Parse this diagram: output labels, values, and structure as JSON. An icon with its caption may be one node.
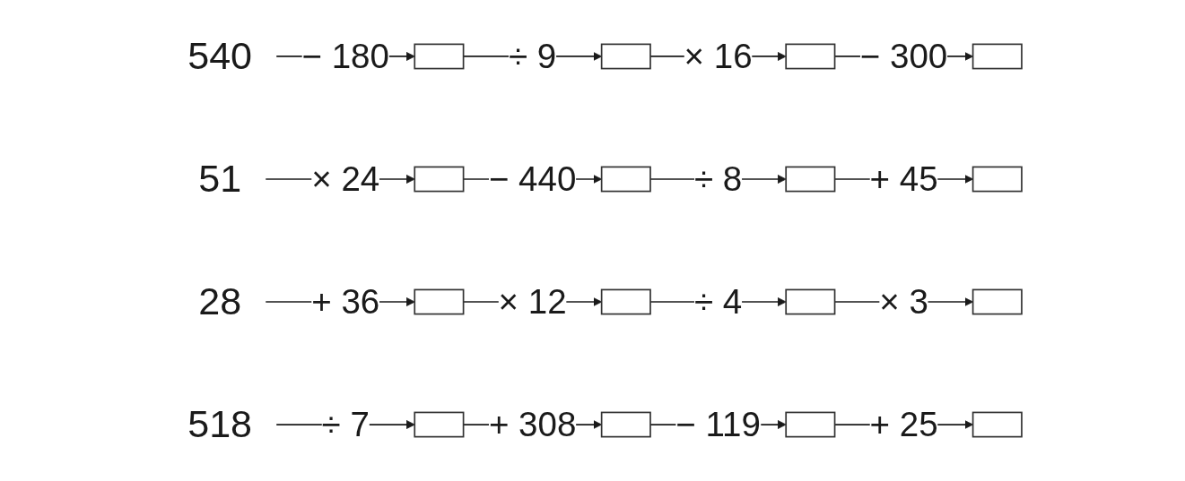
{
  "diagram": {
    "nodes": [
      {
        "text": [
          "540"
        ]
      },
      {
        "text": [],
        "shape": "box"
      },
      {
        "text": [],
        "shape": "box"
      },
      {
        "text": [],
        "shape": "box"
      },
      {
        "text": [],
        "shape": "box"
      },
      {
        "text": [
          "51"
        ]
      },
      {
        "text": [],
        "shape": "box"
      },
      {
        "text": [],
        "shape": "box"
      },
      {
        "text": [],
        "shape": "box"
      },
      {
        "text": [],
        "shape": "box"
      },
      {
        "text": [
          "28"
        ]
      },
      {
        "text": [],
        "shape": "box"
      },
      {
        "text": [],
        "shape": "box"
      },
      {
        "text": [],
        "shape": "box"
      },
      {
        "text": [],
        "shape": "box"
      },
      {
        "text": [
          "518"
        ]
      },
      {
        "text": [],
        "shape": "box"
      },
      {
        "text": [],
        "shape": "box"
      },
      {
        "text": [],
        "shape": "box"
      },
      {
        "text": [],
        "shape": "box"
      }
    ],
    "edges": [
      {
        "from": 0,
        "to": 1,
        "arrow": "to",
        "label": "− 180"
      },
      {
        "from": 1,
        "to": 2,
        "arrow": "to",
        "label": "÷ 9"
      },
      {
        "from": 2,
        "to": 3,
        "arrow": "to",
        "label": "× 16"
      },
      {
        "from": 3,
        "to": 4,
        "arrow": "to",
        "label": "− 300"
      },
      {
        "from": 5,
        "to": 6,
        "arrow": "to",
        "label": "× 24"
      },
      {
        "from": 6,
        "to": 7,
        "arrow": "to",
        "label": "− 440"
      },
      {
        "from": 7,
        "to": 8,
        "arrow": "to",
        "label": "÷ 8"
      },
      {
        "from": 8,
        "to": 9,
        "arrow": "to",
        "label": "+ 45"
      },
      {
        "from": 10,
        "to": 11,
        "arrow": "to",
        "label": "+ 36"
      },
      {
        "from": 11,
        "to": 12,
        "arrow": "to",
        "label": "× 12"
      },
      {
        "from": 12,
        "to": 13,
        "arrow": "to",
        "label": "÷ 4"
      },
      {
        "from": 13,
        "to": 14,
        "arrow": "to",
        "label": "× 3"
      },
      {
        "from": 15,
        "to": 16,
        "arrow": "to",
        "label": "÷ 7"
      },
      {
        "from": 16,
        "to": 17,
        "arrow": "to",
        "label": "+ 308"
      },
      {
        "from": 17,
        "to": 18,
        "arrow": "to",
        "label": "− 119"
      },
      {
        "from": 18,
        "to": 19,
        "arrow": "to",
        "label": "+ 25"
      }
    ]
  }
}
